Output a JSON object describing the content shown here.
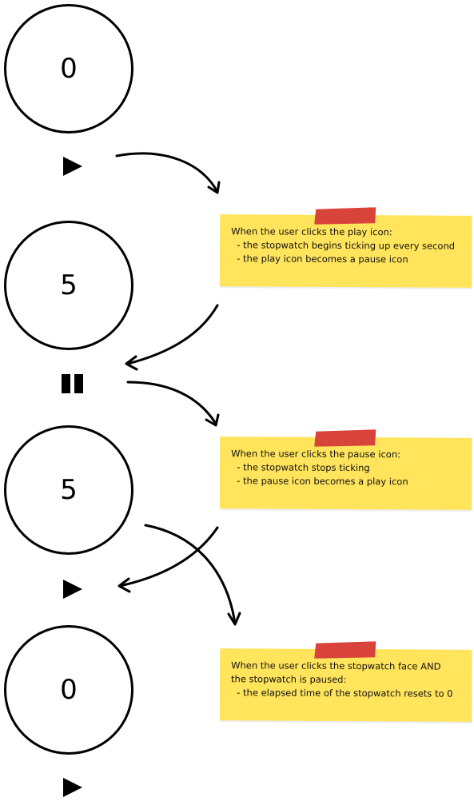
{
  "colors": {
    "note_fill": "#ffe45c",
    "tape": "#d8433a",
    "ink": "#000000"
  },
  "steps": [
    {
      "face_value": "0",
      "control_icon": "play-icon"
    },
    {
      "face_value": "5",
      "control_icon": "pause-icon"
    },
    {
      "face_value": "5",
      "control_icon": "play-icon"
    },
    {
      "face_value": "0",
      "control_icon": "play-icon"
    }
  ],
  "notes": [
    {
      "lines": [
        "When the user clicks the play icon:",
        "  - the stopwatch begins ticking up every second",
        "  - the play icon becomes a pause icon"
      ]
    },
    {
      "lines": [
        "When the user clicks the pause icon:",
        "  - the stopwatch stops ticking",
        "  - the pause icon becomes a play icon"
      ]
    },
    {
      "lines": [
        "When the user clicks the stopwatch face AND",
        "the stopwatch is paused:",
        "  - the elapsed time of the stopwatch resets to 0"
      ]
    }
  ]
}
